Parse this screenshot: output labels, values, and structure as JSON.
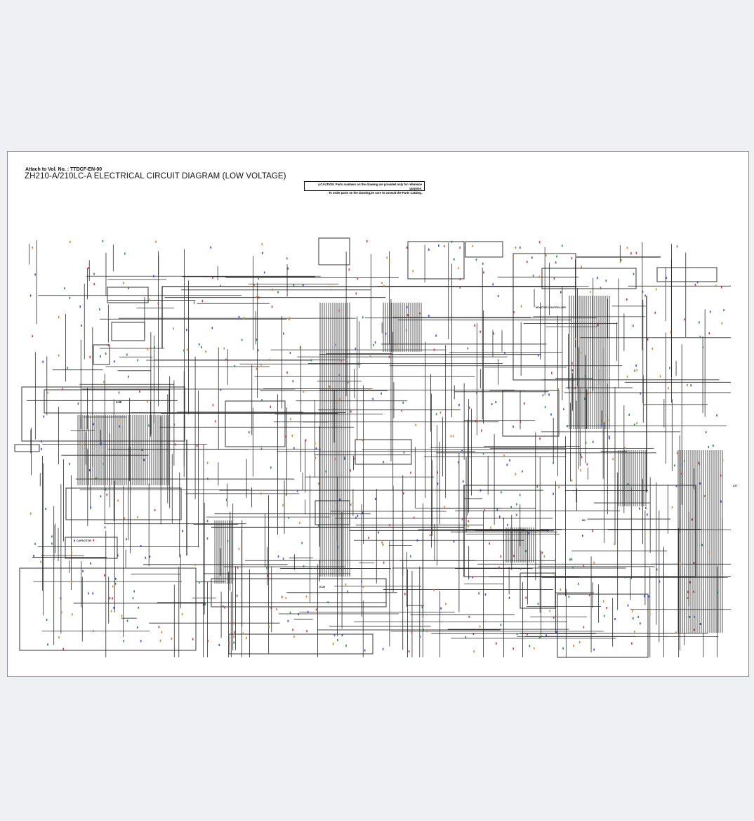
{
  "document": {
    "attach_note": "Attach to Vol. No. : TTDCF-EN-00",
    "title": "ZH210-A/210LC-A ELECTRICAL CIRCUIT DIAGRAM (LOW VOLTAGE)",
    "caution": {
      "line1": "⚠CAUTION: Parts numbers on the drawing are provided only for reference purpose.",
      "line2": "To order parts on the drawing,be sure to consult the Parts Catalog."
    }
  },
  "diagram_labels": {
    "monitor_controller": "MONITOR CONTROLLER",
    "ecm": "ECM",
    "capacitor": "CAPACITOR",
    "mc": "MC",
    "att": "ATT"
  },
  "colors": {
    "background": "#eff0f4",
    "wire": "#2a2a2a",
    "label_orange": "#d9822b",
    "label_blue": "#2b4fd9"
  }
}
